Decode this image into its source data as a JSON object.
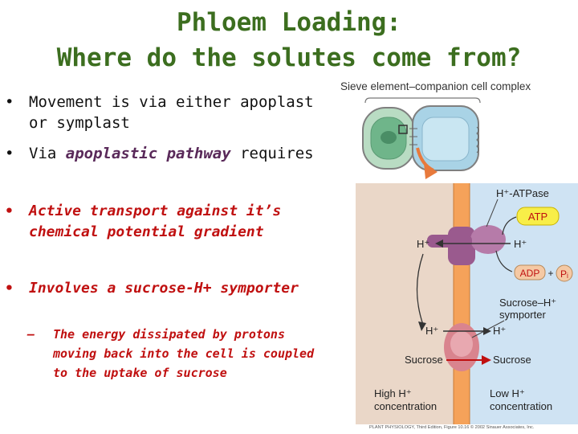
{
  "title": {
    "line1": "Phloem Loading:",
    "line2": "Where do the solutes come from?"
  },
  "bullets": {
    "b1": "Movement is via either apoplast or symplast",
    "b2_pre": "Via ",
    "b2_em": "apoplastic pathway",
    "b2_post": " requires",
    "b3": "Active transport against it’s chemical potential gradient",
    "b4": "Involves a sucrose-H+ symporter",
    "b4_sub": "The energy dissipated by protons moving back into the cell is coupled to the uptake of sucrose",
    "bullet_char": "•",
    "dash_char": "–"
  },
  "figure": {
    "inset_title": "Sieve element–companion cell complex",
    "h_atpase": "H⁺-ATPase",
    "atp": "ATP",
    "adp": "ADP",
    "plus": "+",
    "pi": "Pᵢ",
    "h_left_top": "H⁺",
    "h_right_top": "H⁺",
    "symporter": [
      "Sucrose–H⁺",
      "symporter"
    ],
    "h_left_bottom": "H⁺",
    "h_right_bottom": "H⁺",
    "sucrose_left": "Sucrose",
    "sucrose_right": "Sucrose",
    "high_h": [
      "High H⁺",
      "concentration"
    ],
    "low_h": [
      "Low H⁺",
      "concentration"
    ],
    "credit": "PLANT PHYSIOLOGY, Third Edition, Figure 10.16 © 2002 Sinauer Associates, Inc.",
    "colors": {
      "left_bg": "#ead7c8",
      "right_bg": "#cfe3f3",
      "membrane": "#f5a25a",
      "atpase": "#9a5a8e",
      "symporter": "#d9848e",
      "atp_fill": "#f8ee48",
      "arrow": "#e87a3c",
      "title_green": "#3c6e1f",
      "red_text": "#c01010"
    }
  }
}
